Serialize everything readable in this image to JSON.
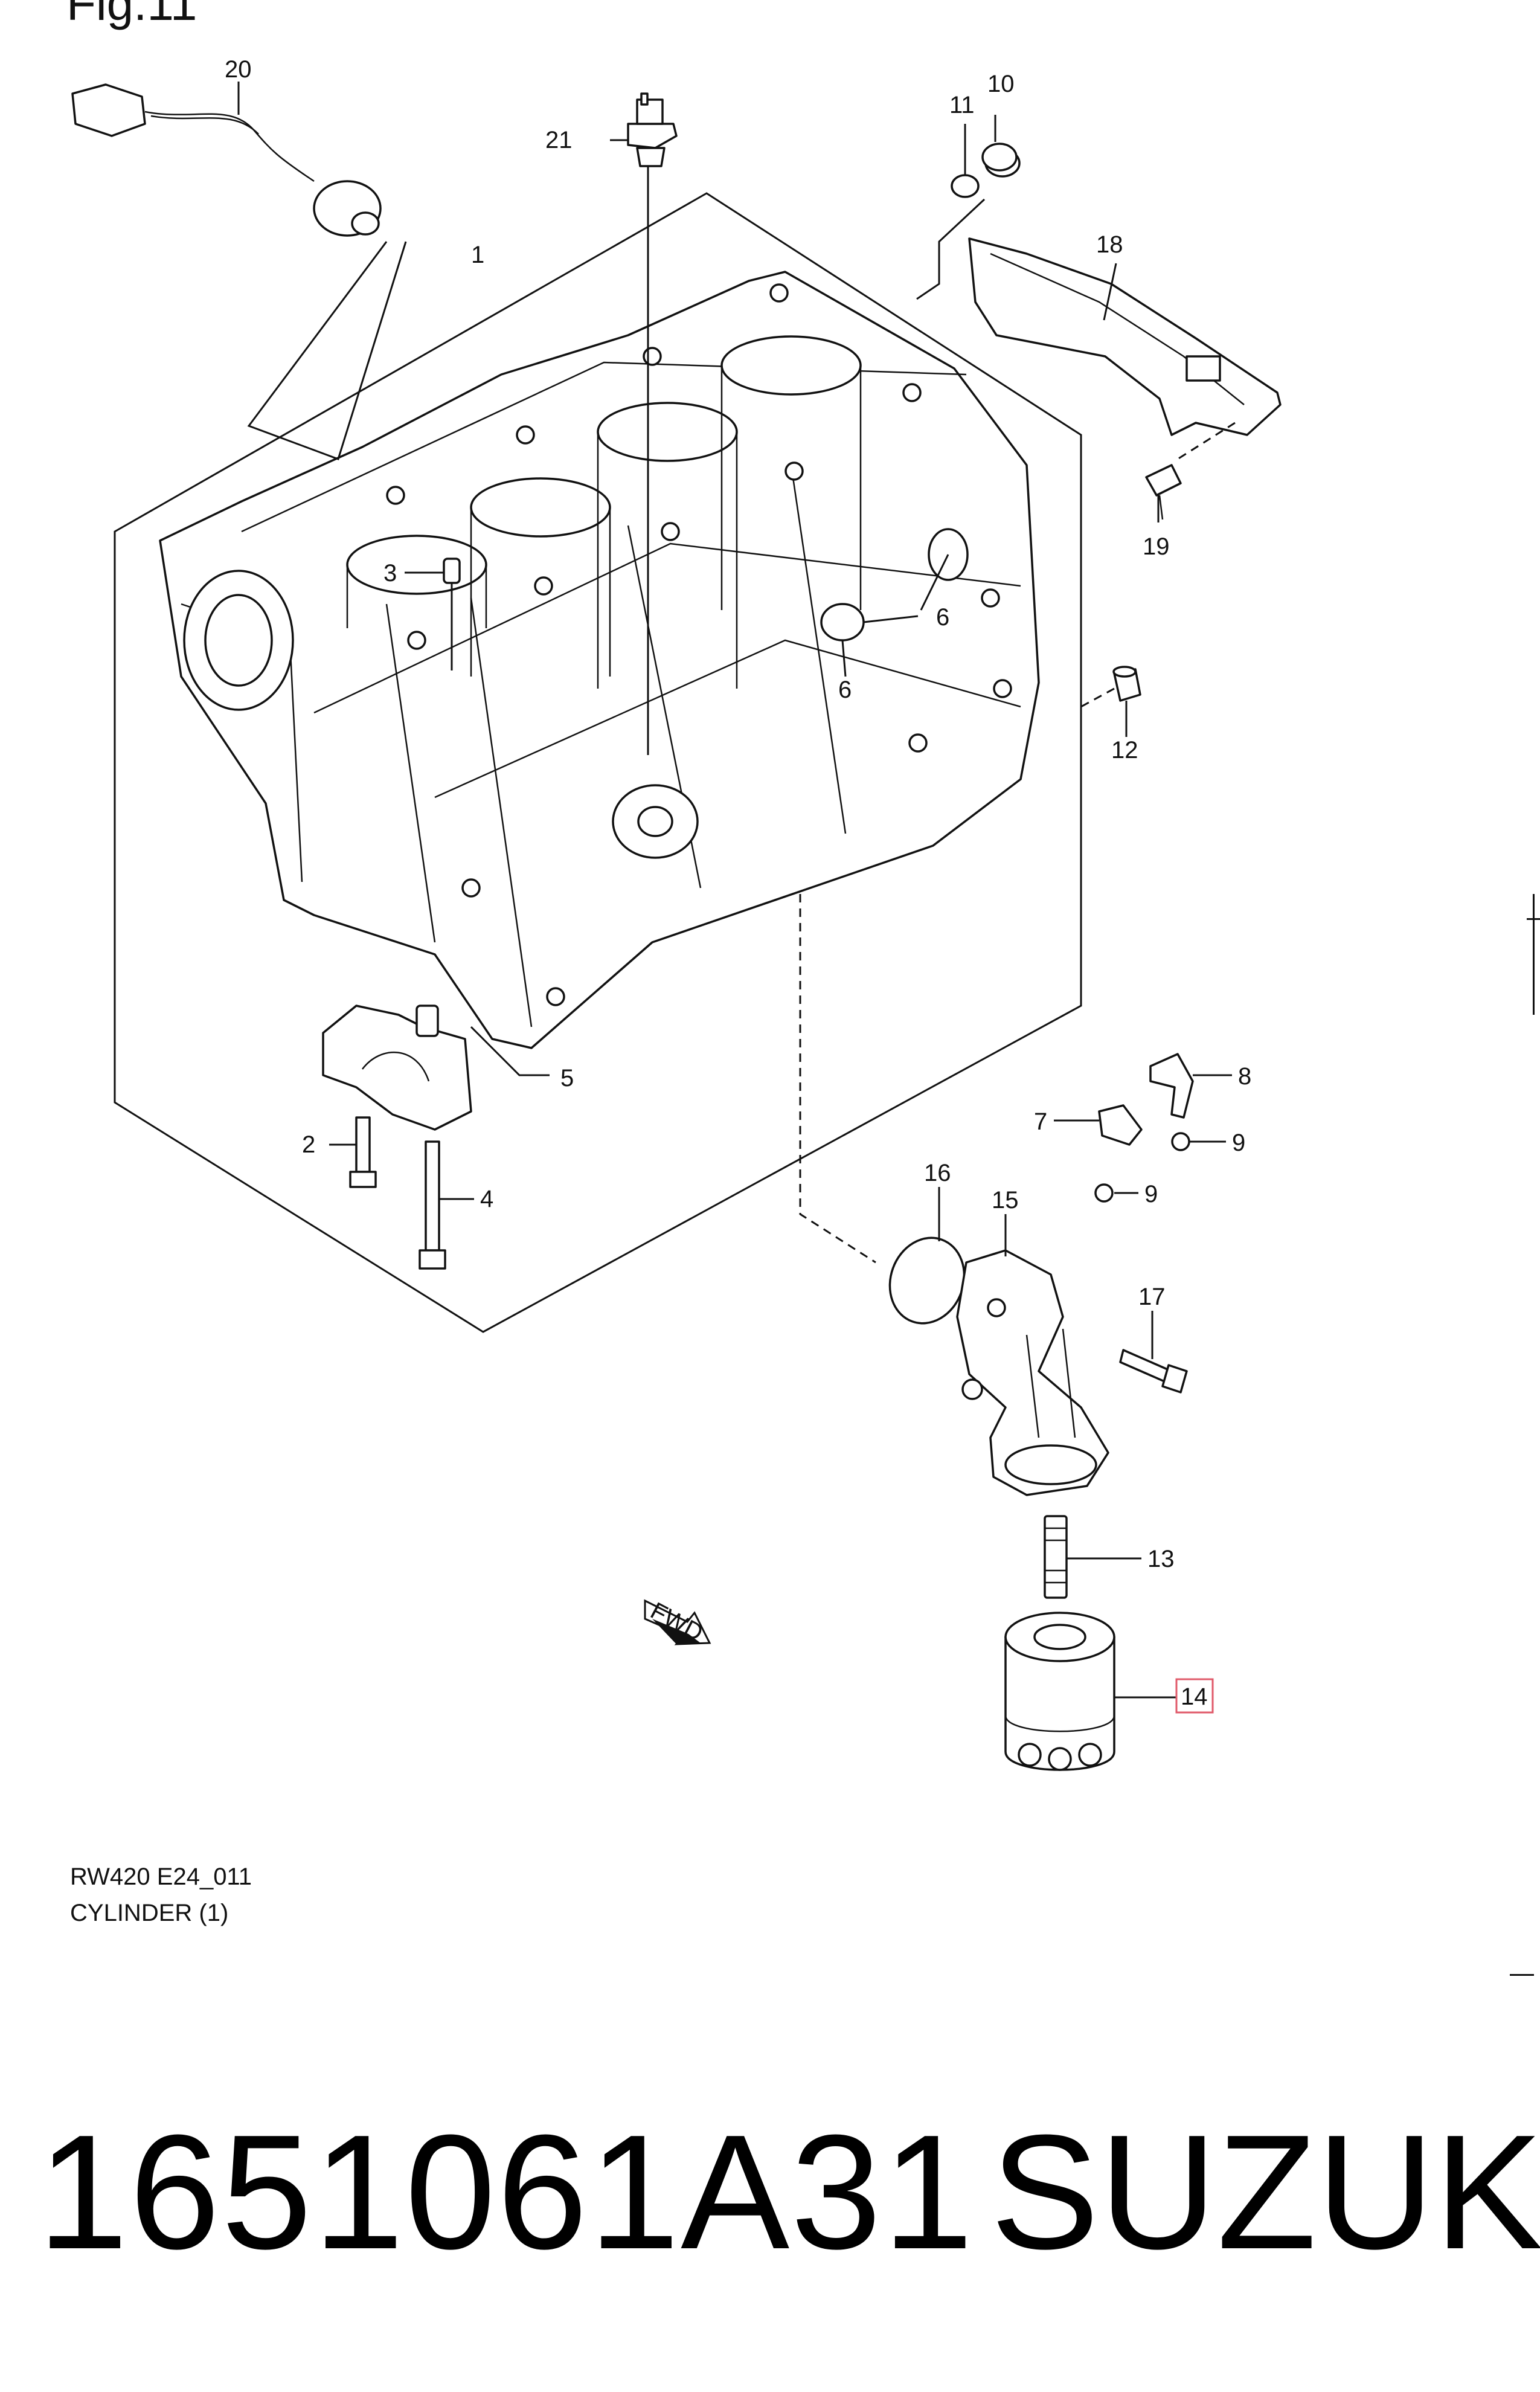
{
  "figure_label": "Fig.11",
  "diagram_code": "RW420 E24_011",
  "caption": "CYLINDER (1)",
  "part_number": "1651061A31",
  "brand": "SUZUKI",
  "highlight_color": "#e05a6a",
  "callouts": {
    "c1": "1",
    "c2": "2",
    "c3": "3",
    "c4": "4",
    "c5": "5",
    "c6a": "6",
    "c6b": "6",
    "c7": "7",
    "c8": "8",
    "c9a": "9",
    "c9b": "9",
    "c10": "10",
    "c11": "11",
    "c12": "12",
    "c13": "13",
    "c14": "14",
    "c15": "15",
    "c16": "16",
    "c17": "17",
    "c18": "18",
    "c19": "19",
    "c20": "20",
    "c21": "21"
  },
  "fwd_label": "FWD"
}
